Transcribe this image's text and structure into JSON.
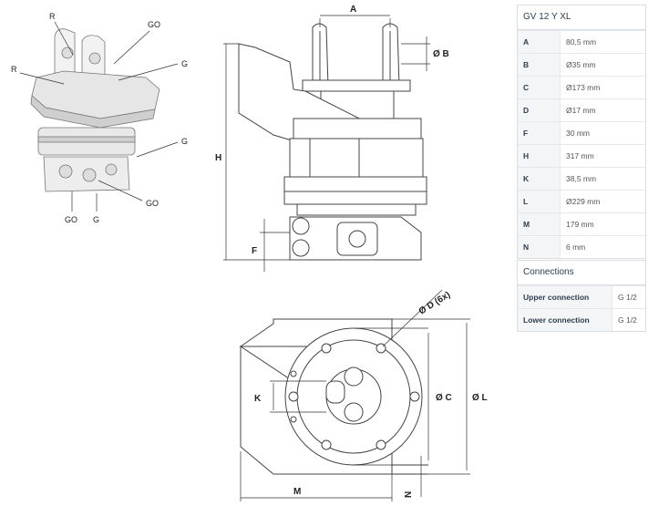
{
  "spec_table": {
    "title": "GV 12 Y XL",
    "rows": [
      {
        "key": "A",
        "value": "80,5 mm"
      },
      {
        "key": "B",
        "value": "Ø35 mm"
      },
      {
        "key": "C",
        "value": "Ø173 mm"
      },
      {
        "key": "D",
        "value": "Ø17 mm"
      },
      {
        "key": "F",
        "value": "30 mm"
      },
      {
        "key": "H",
        "value": "317 mm"
      },
      {
        "key": "K",
        "value": "38,5 mm"
      },
      {
        "key": "L",
        "value": "Ø229 mm"
      },
      {
        "key": "M",
        "value": "179 mm"
      },
      {
        "key": "N",
        "value": "6 mm"
      }
    ]
  },
  "connections_table": {
    "title": "Connections",
    "rows": [
      {
        "key": "Upper connection",
        "value": "G 1/2"
      },
      {
        "key": "Lower connection",
        "value": "G 1/2"
      }
    ]
  },
  "iso_labels": {
    "r_top": "R",
    "go_top": "GO",
    "g_right1": "G",
    "r_left": "R",
    "g_right2": "G",
    "go_bottom_right": "GO",
    "go_bottom_left": "GO",
    "g_bottom": "G"
  },
  "side_labels": {
    "a": "A",
    "b": "Ø B",
    "h": "H",
    "f": "F"
  },
  "bottom_labels": {
    "d": "Ø D (6x)",
    "c": "Ø C",
    "l": "Ø L",
    "k": "K",
    "m": "M",
    "n": "N"
  }
}
